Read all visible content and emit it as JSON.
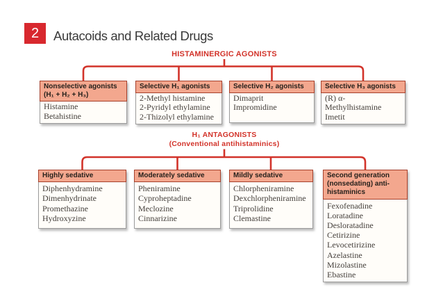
{
  "page": {
    "chapter_number": "2",
    "title": "Autacoids and Related Drugs"
  },
  "colors": {
    "accent_red": "#d2332a",
    "badge_red": "#d8282e",
    "header_fill": "#f3a78e",
    "header_border": "#a6402c",
    "header_text": "#27211c",
    "body_border": "#9b9b9b",
    "body_bg": "#fffdf9",
    "body_text": "#443f3b",
    "doc_title_color": "#3a3a3a"
  },
  "agonists": {
    "title": "HISTAMINERGIC AGONISTS",
    "boxes": [
      {
        "title": "Nonselective agonists\n(H₁ + H₂ + H₃)",
        "drugs": [
          "Histamine",
          "Betahistine"
        ]
      },
      {
        "title": "Selective H₁ agonists",
        "drugs": [
          "2-Methyl histamine",
          "2-Pyridyl ethylamine",
          "2-Thizolyl ethylamine"
        ]
      },
      {
        "title": "Selective H₂ agonists",
        "drugs": [
          "Dimaprit",
          "Impromidine"
        ]
      },
      {
        "title": "Selective H₃ agonists",
        "drugs": [
          "(R) α-Methylhistamine",
          "Imetit"
        ]
      }
    ]
  },
  "antagonists": {
    "title": "H₁ ANTAGONISTS",
    "subtitle": "(Conventional antihistaminics)",
    "boxes": [
      {
        "title": "Highly sedative",
        "drugs": [
          "Diphenhydramine",
          "Dimenhydrinate",
          "Promethazine",
          "Hydroxyzine"
        ]
      },
      {
        "title": "Moderately sedative",
        "drugs": [
          "Pheniramine",
          "Cyproheptadine",
          "Meclozine",
          "Cinnarizine"
        ]
      },
      {
        "title": "Mildly sedative",
        "drugs": [
          "Chlorpheniramine",
          "Dexchlorpheniramine",
          "Triprolidine",
          "Clemastine"
        ]
      },
      {
        "title": "Second generation\n(nonsedating) anti-\nhistaminics",
        "drugs": [
          "Fexofenadine",
          "Loratadine",
          "Desloratadine",
          "Cetirizine",
          "Levocetirizine",
          "Azelastine",
          "Mizolastine",
          "Ebastine"
        ]
      }
    ]
  }
}
